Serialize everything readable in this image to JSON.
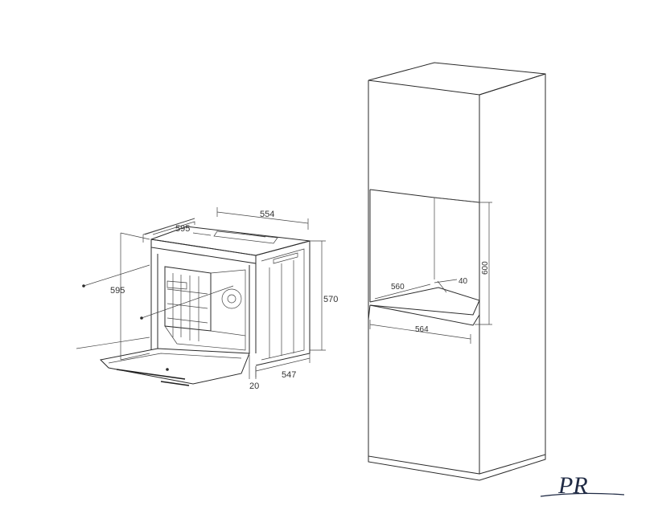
{
  "oven": {
    "dims": {
      "width_top": "595",
      "depth_top": "554",
      "height_left": "595",
      "height_right": "570",
      "depth_bottom": "547",
      "door_offset": "20"
    }
  },
  "cabinet": {
    "dims": {
      "niche_depth": "560",
      "niche_width": "564",
      "vent_gap": "40",
      "niche_height": "600"
    }
  },
  "brand": {
    "logo_text": "PR",
    "logo_color": "#1f2a44"
  },
  "colors": {
    "line": "#2a2a2a",
    "text": "#333333",
    "background": "#ffffff"
  }
}
